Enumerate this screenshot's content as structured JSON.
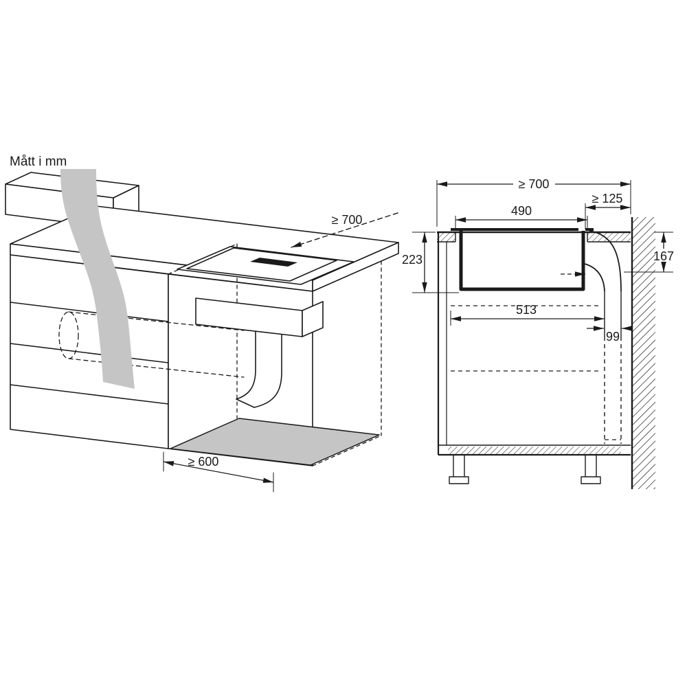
{
  "title": "Mått i mm",
  "views": {
    "perspective": {
      "label": "perspective-view",
      "dims": {
        "worktop_depth": "≥ 700",
        "cabinet_width": "≥ 600"
      }
    },
    "section": {
      "label": "section-view",
      "dims": {
        "worktop_depth": "≥ 700",
        "wall_clearance": "≥ 125",
        "cutout_width": "490",
        "installation_depth": "223",
        "duct_drop": "167",
        "interior_width": "513",
        "duct_width": "99"
      }
    }
  },
  "colors": {
    "line": "#1a1a1a",
    "shade": "#c5c5c5",
    "background": "#ffffff"
  }
}
